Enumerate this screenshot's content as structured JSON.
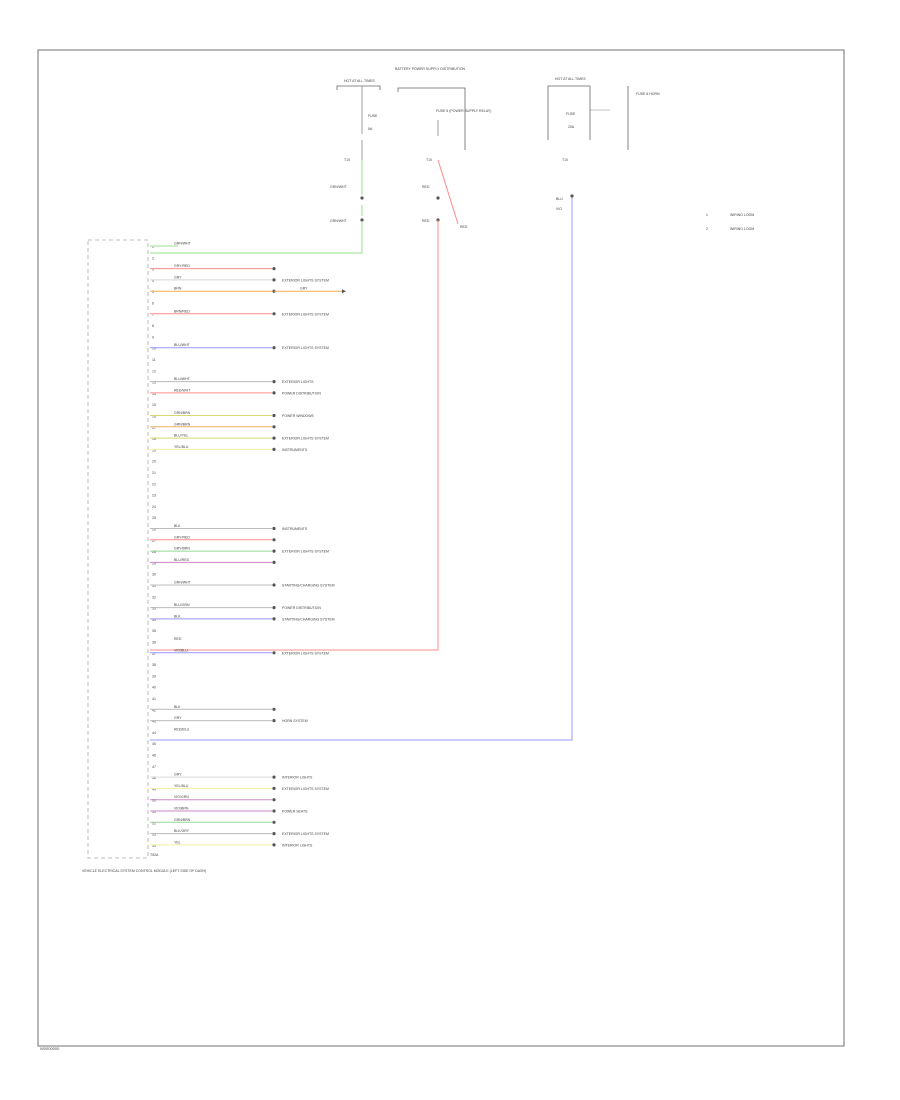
{
  "page_code": "W0000000",
  "top_labels": {
    "bat_left_label": "HOT AT ALL TIMES",
    "dist_title": "BATTERY POWER SUPPLY DISTRIBUTION",
    "fuse_mid_label": "FUSE 5 (POWER SUPPLY RELAY)",
    "bat_right_label": "HOT AT ALL TIMES",
    "fuse_right_label": "FUSE 6 HORN"
  },
  "legend": [
    {
      "num": "1",
      "text": "WIRING LOOM"
    },
    {
      "num": "2",
      "text": "WIRING LOOM"
    }
  ],
  "wire_labels": {
    "left_top": "GRN/WHT",
    "left_bottom": "GRN/WHT",
    "mid_top": "RED",
    "mid_bottom": "RED",
    "mid_branch": "RED",
    "right_top": "BLU",
    "right_bottom": "VIO"
  },
  "module_label": "VEHICLE ELECTRICAL SYSTEM CONTROL MODULE (LEFT SIDE OF DASH)",
  "connector_label": "T52A",
  "pins": [
    {
      "num": "1",
      "wire": "GRN/WHT",
      "color": "#98e08c",
      "to": "",
      "dest": ""
    },
    {
      "num": "2",
      "wire": "",
      "color": "",
      "to": "",
      "dest": ""
    },
    {
      "num": "3",
      "wire": "GRY/RED",
      "color": "#ff8c8c",
      "to": "connector",
      "dest": ""
    },
    {
      "num": "4",
      "wire": "GRY",
      "color": "#d4d4d4",
      "to": "connector",
      "dest": "EXTERIOR LIGHTS SYSTEM"
    },
    {
      "num": "5",
      "wire": "BRN",
      "color": "#f5b050",
      "to": "ground",
      "dest": "GRY"
    },
    {
      "num": "6",
      "wire": "",
      "color": "",
      "to": "",
      "dest": ""
    },
    {
      "num": "7",
      "wire": "BRN/RED",
      "color": "#ff8c8c",
      "to": "connector",
      "dest": "EXTERIOR LIGHTS SYSTEM"
    },
    {
      "num": "8",
      "wire": "",
      "color": "",
      "to": "",
      "dest": ""
    },
    {
      "num": "9",
      "wire": "",
      "color": "",
      "to": "",
      "dest": ""
    },
    {
      "num": "10",
      "wire": "BLU/WHT",
      "color": "#9898ff",
      "to": "connector",
      "dest": "EXTERIOR LIGHTS SYSTEM"
    },
    {
      "num": "11",
      "wire": "",
      "color": "",
      "to": "",
      "dest": ""
    },
    {
      "num": "12",
      "wire": "",
      "color": "",
      "to": "",
      "dest": ""
    },
    {
      "num": "13",
      "wire": "BLU/WHT",
      "color": "#bcbcbc",
      "to": "connector",
      "dest": "EXTERIOR LIGHTS"
    },
    {
      "num": "14",
      "wire": "RED/WHT",
      "color": "#ff8c8c",
      "to": "connector",
      "dest": "POWER DISTRIBUTION"
    },
    {
      "num": "15",
      "wire": "",
      "color": "",
      "to": "",
      "dest": ""
    },
    {
      "num": "16",
      "wire": "GRN/BRN",
      "color": "#d8d870",
      "to": "connector",
      "dest": "POWER WINDOWS"
    },
    {
      "num": "17",
      "wire": "GRN/BRN",
      "color": "#f0b060",
      "to": "connector",
      "dest": ""
    },
    {
      "num": "18",
      "wire": "BLU/YEL",
      "color": "#d8d870",
      "to": "connector",
      "dest": "EXTERIOR LIGHTS SYSTEM"
    },
    {
      "num": "19",
      "wire": "YEL/BLU",
      "color": "#f0f0a0",
      "to": "connector",
      "dest": "INSTRUMENTS"
    },
    {
      "num": "20",
      "wire": "",
      "color": "",
      "to": "",
      "dest": ""
    },
    {
      "num": "21",
      "wire": "",
      "color": "",
      "to": "",
      "dest": ""
    },
    {
      "num": "22",
      "wire": "",
      "color": "",
      "to": "",
      "dest": ""
    },
    {
      "num": "23",
      "wire": "",
      "color": "",
      "to": "",
      "dest": ""
    },
    {
      "num": "24",
      "wire": "",
      "color": "",
      "to": "",
      "dest": ""
    },
    {
      "num": "25",
      "wire": "",
      "color": "",
      "to": "",
      "dest": ""
    },
    {
      "num": "26",
      "wire": "BLK",
      "color": "#bcbcbc",
      "to": "connector",
      "dest": "INSTRUMENTS"
    },
    {
      "num": "27",
      "wire": "GRY/RED",
      "color": "#ff8c8c",
      "to": "connector",
      "dest": ""
    },
    {
      "num": "28",
      "wire": "GRY/BRN",
      "color": "#98d898",
      "to": "connector",
      "dest": "EXTERIOR LIGHTS SYSTEM"
    },
    {
      "num": "29",
      "wire": "BLU/RED",
      "color": "#cc88cc",
      "to": "connector",
      "dest": ""
    },
    {
      "num": "30",
      "wire": "",
      "color": "",
      "to": "",
      "dest": ""
    },
    {
      "num": "31",
      "wire": "GRN/WHT",
      "color": "#bcbcbc",
      "to": "connector",
      "dest": "STARTING/CHARGING SYSTEM"
    },
    {
      "num": "32",
      "wire": "",
      "color": "",
      "to": "",
      "dest": ""
    },
    {
      "num": "33",
      "wire": "BLU/GRN",
      "color": "#bcbcbc",
      "to": "connector",
      "dest": "POWER DISTRIBUTION"
    },
    {
      "num": "34",
      "wire": "BLK",
      "color": "#9898ff",
      "to": "connector",
      "dest": "STARTING/CHARGING SYSTEM"
    },
    {
      "num": "35",
      "wire": "",
      "color": "",
      "to": "",
      "dest": ""
    },
    {
      "num": "36",
      "wire": "RED",
      "color": "#ff8c8c",
      "to": "bus_mid",
      "dest": ""
    },
    {
      "num": "37",
      "wire": "VIO/BLU",
      "color": "#9898ff",
      "to": "connector",
      "dest": "EXTERIOR LIGHTS SYSTEM"
    },
    {
      "num": "38",
      "wire": "",
      "color": "",
      "to": "",
      "dest": ""
    },
    {
      "num": "39",
      "wire": "",
      "color": "",
      "to": "",
      "dest": ""
    },
    {
      "num": "40",
      "wire": "",
      "color": "",
      "to": "",
      "dest": ""
    },
    {
      "num": "41",
      "wire": "",
      "color": "",
      "to": "",
      "dest": ""
    },
    {
      "num": "42",
      "wire": "BLK",
      "color": "#bcbcbc",
      "to": "connector",
      "dest": ""
    },
    {
      "num": "43",
      "wire": "GRY",
      "color": "#bcbcbc",
      "to": "connector",
      "dest": "HORN SYSTEM"
    },
    {
      "num": "44",
      "wire": "RED/BLU",
      "color": "#ff8c8c",
      "to": "bus_right",
      "dest": ""
    },
    {
      "num": "45",
      "wire": "",
      "color": "",
      "to": "",
      "dest": ""
    },
    {
      "num": "46",
      "wire": "",
      "color": "",
      "to": "",
      "dest": ""
    },
    {
      "num": "47",
      "wire": "",
      "color": "",
      "to": "",
      "dest": ""
    },
    {
      "num": "48",
      "wire": "GRY",
      "color": "#dedede",
      "to": "connector",
      "dest": "INTERIOR LIGHTS"
    },
    {
      "num": "49",
      "wire": "YEL/BLU",
      "color": "#f0f0a0",
      "to": "connector",
      "dest": "EXTERIOR LIGHTS SYSTEM"
    },
    {
      "num": "50",
      "wire": "VIO/GRN",
      "color": "#cc88cc",
      "to": "connector",
      "dest": ""
    },
    {
      "num": "51",
      "wire": "VIO/BRN",
      "color": "#cc88cc",
      "to": "connector",
      "dest": "POWER SEATS"
    },
    {
      "num": "52",
      "wire": "GRN/BRN",
      "color": "#98d898",
      "to": "connector",
      "dest": ""
    },
    {
      "num": "53",
      "wire": "BLK/GRY",
      "color": "#bcbcbc",
      "to": "connector",
      "dest": "EXTERIOR LIGHTS SYSTEM"
    },
    {
      "num": "54",
      "wire": "YEL",
      "color": "#f0f0a0",
      "to": "connector",
      "dest": "INTERIOR LIGHTS"
    }
  ]
}
